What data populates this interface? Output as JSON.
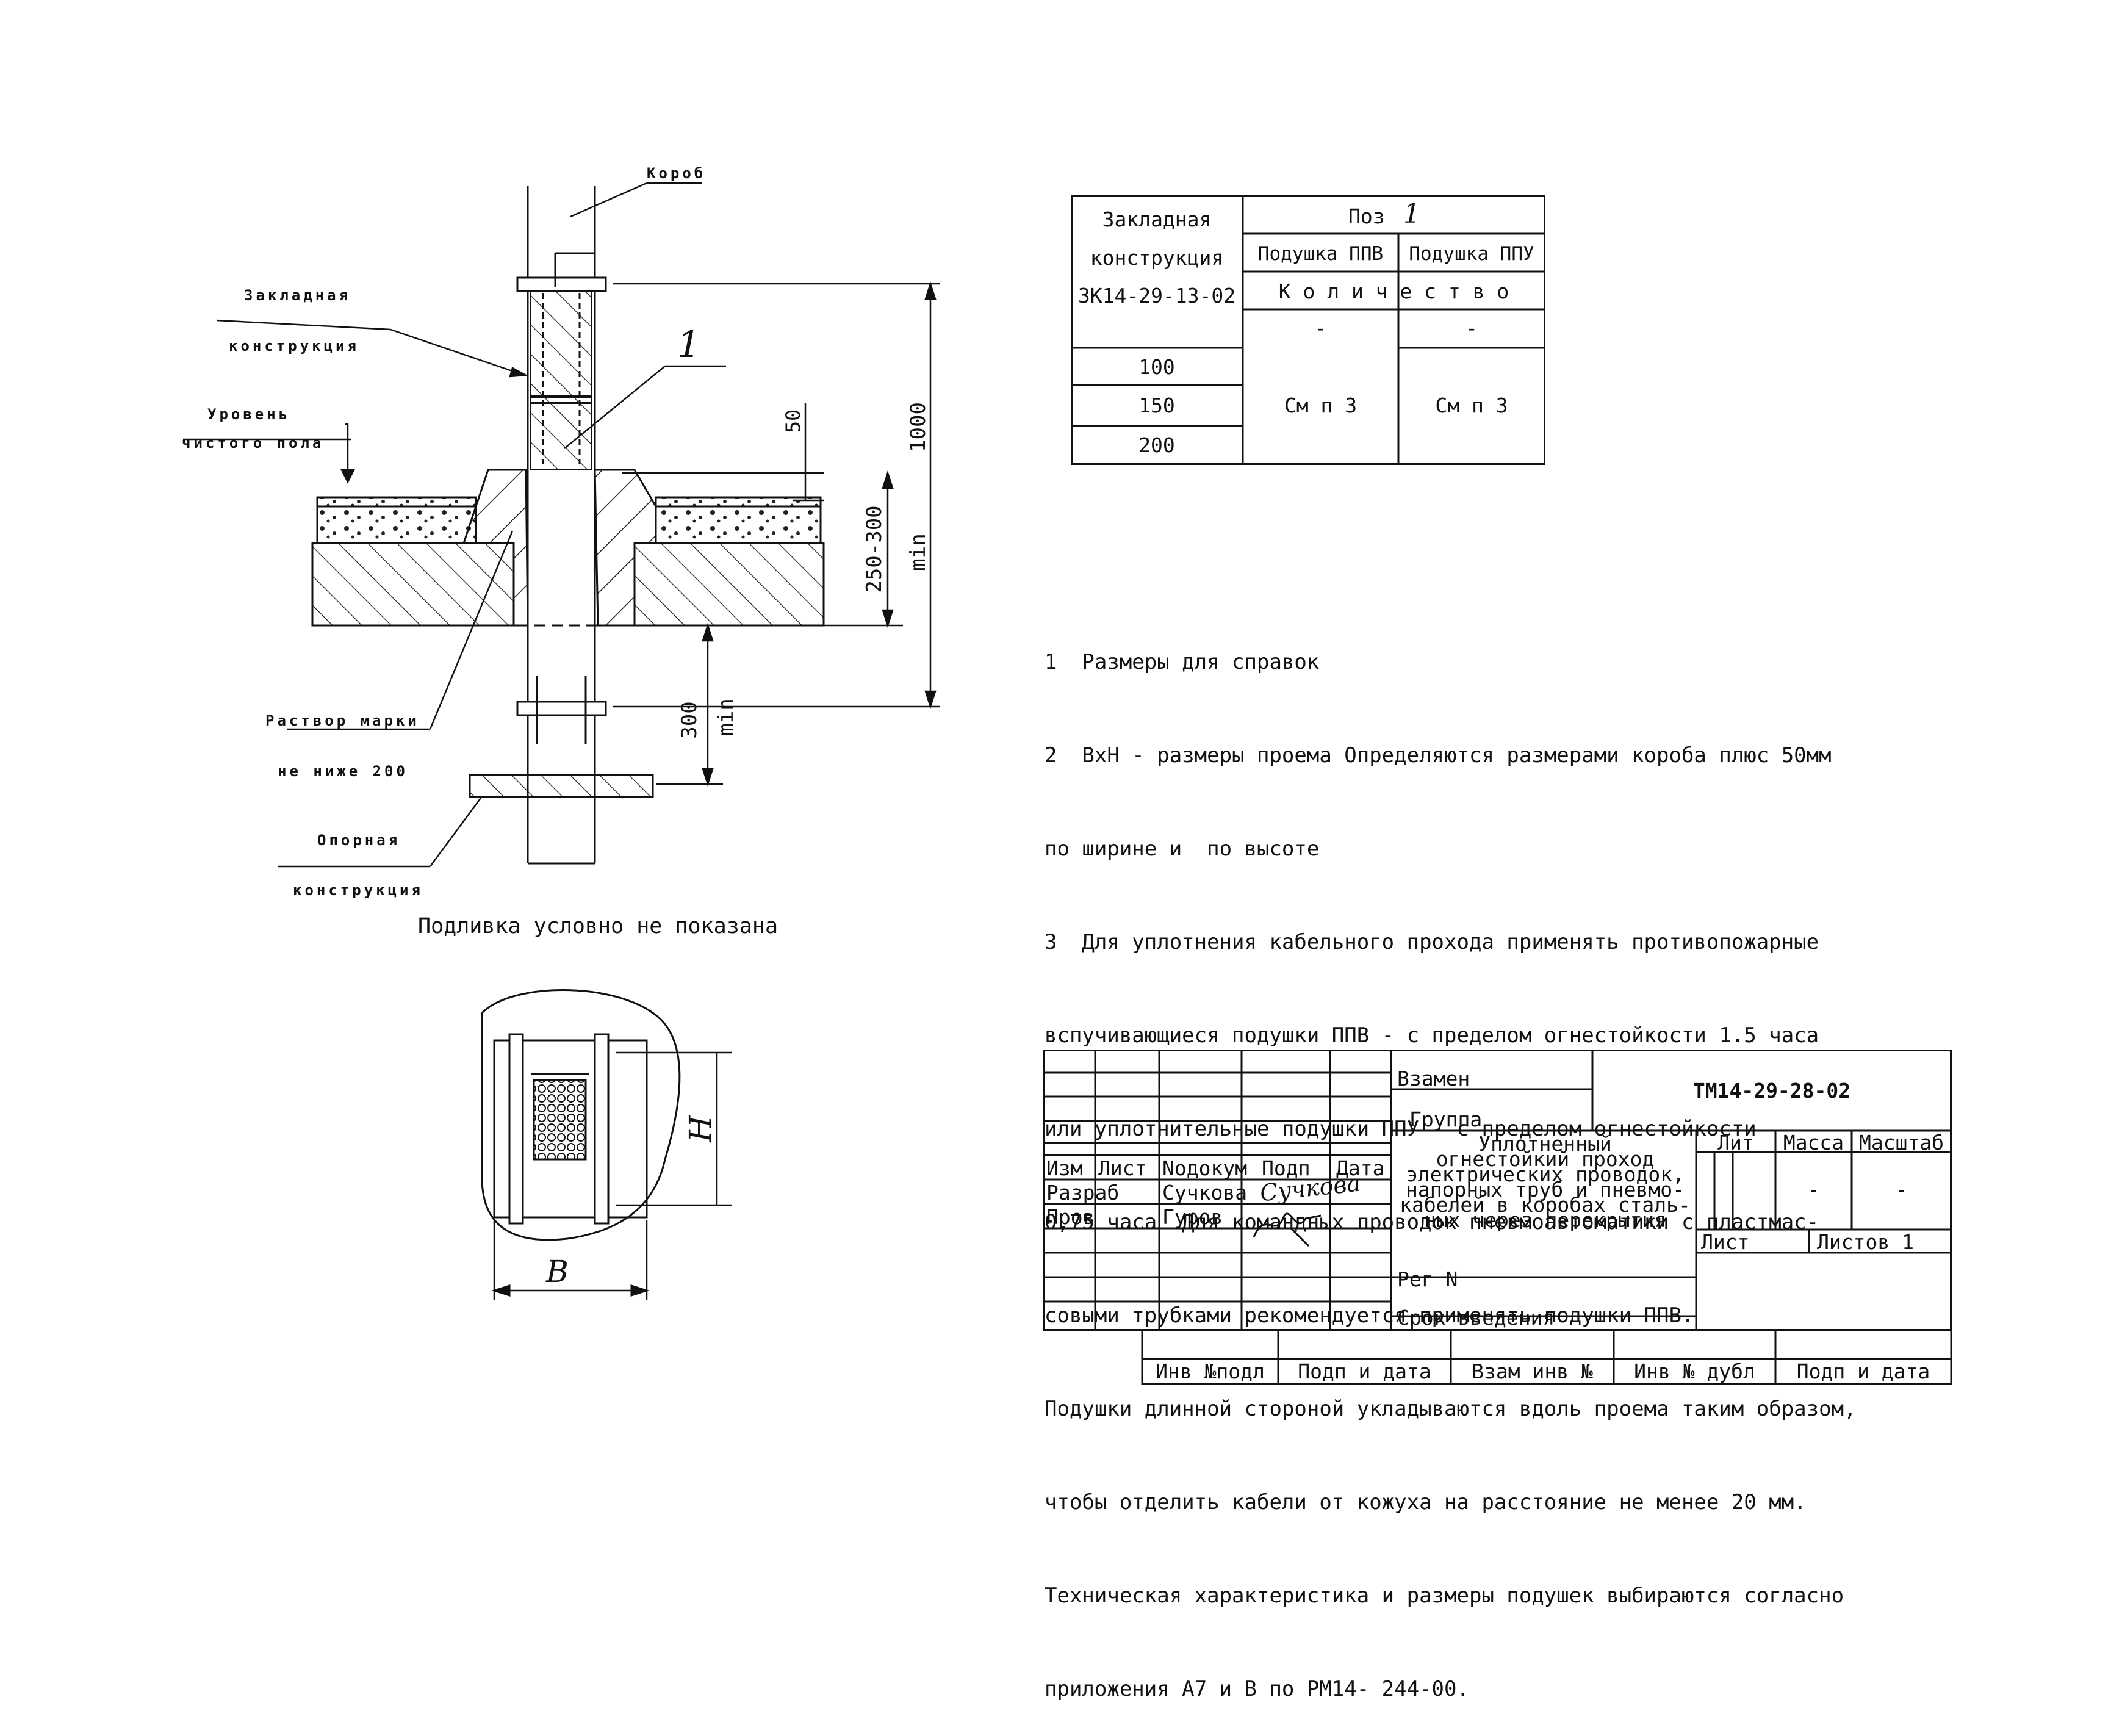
{
  "drawing": {
    "labels": {
      "korob": "Короб",
      "zakladnaya_1": "Закладная",
      "zakladnaya_2": "конструкция",
      "uroven_1": "Уровень",
      "uroven_2": "чистого пола",
      "rastvor_1": "Раствор марки",
      "rastvor_2": "не ниже 200",
      "opornaya_1": "Опорная",
      "opornaya_2": "конструкция",
      "pos_1": "1"
    },
    "dims": {
      "d1000": "1000",
      "dmin_top": "min",
      "d50": "50",
      "d250_300": "250-300",
      "d300": "300",
      "dmin_bottom": "min"
    },
    "caption": "Подливка условно не показана",
    "plan": {
      "h_label": "H",
      "b_label": "B"
    }
  },
  "spec_table": {
    "zakl_1": "Закладная",
    "zakl_2": "конструкция",
    "zakl_3": "ЗК14-29-13-02",
    "poz": "Поз",
    "poz_num": "1",
    "col_ppv": "Подушка ППВ",
    "col_ppu": "Подушка ППУ",
    "kolichestvo": "К о л и ч е с т в о",
    "dash_1": "-",
    "dash_2": "-",
    "rows": [
      "100",
      "150",
      "200"
    ],
    "val_ppv": "См п 3",
    "val_ppu": "См п 3"
  },
  "notes": [
    "1  Размеры для справок",
    "2  ВхН - размеры проема Определяются размерами короба плюс 50мм",
    "по ширине и  по высоте",
    "3  Для уплотнения кабельного прохода применять противопожарные",
    "вспучивающиеся подушки ППВ - с пределом огнестойкости 1.5 часа",
    "или уплотнительные подушки ППУ - с пределом огнестойкости",
    "0,75 часа  Для командных проводок пневмоавтоматики с пластмас-",
    "совыми трубками рекомендуется применять подушки ППВ.",
    "Подушки длинной стороной укладываются вдоль проема таким образом,",
    "чтобы отделить кабели от кожуха на расстояние не менее 20 мм.",
    "Техническая характеристика и размеры подушек выбираются согласно",
    "приложения А7 и В по РМ14- 244-00."
  ],
  "title_block": {
    "vzamen": "Взамен",
    "gruppa": "Группа",
    "doc_number": "ТМ14-29-28-02",
    "title_lines": [
      "Уплотненный",
      "огнестойкий  проход",
      "электрических проводок,",
      "напорных труб и пневмо-",
      "кабелей в коробах сталь-",
      "ных через перекрытия"
    ],
    "hdr_izm": "Изм",
    "hdr_list": "Лист",
    "hdr_nodokum": "Nодокум",
    "hdr_podp": "Подп",
    "hdr_data": "Дата",
    "razrab": "Разраб",
    "razrab_name": "Сучкова",
    "razrab_sign": "Сучкова",
    "prov": "Пров",
    "prov_name": "Гуров",
    "lit": "Лит",
    "massa": "Масса",
    "masshtab": "Масштаб",
    "massa_val": "-",
    "masshtab_val": "-",
    "list": "Лист",
    "listov": "Листов 1",
    "reg": "Рег N",
    "srok": "Срок введения",
    "bottom": [
      "Инв №подл",
      "Подп и дата",
      "Взам инв №",
      "Инв № дубл",
      "Подп и дата"
    ]
  }
}
